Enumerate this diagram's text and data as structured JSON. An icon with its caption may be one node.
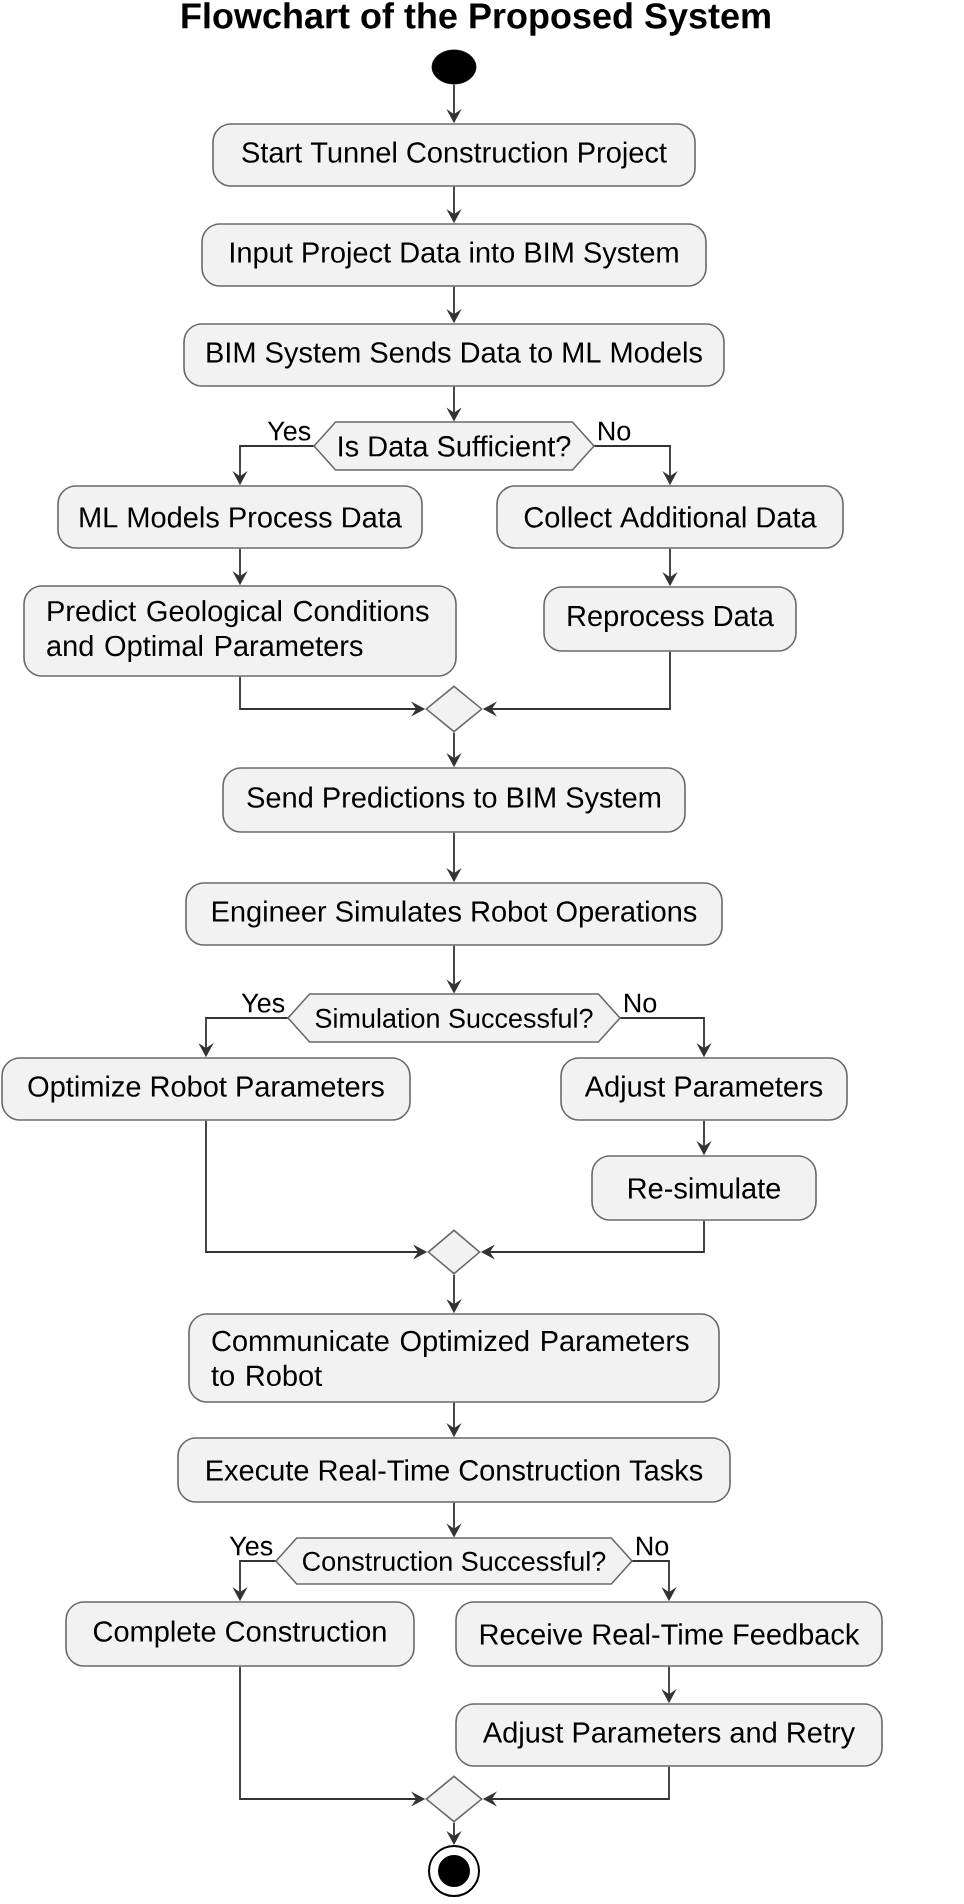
{
  "diagram": {
    "title": "Flowchart of the Proposed System",
    "nodes": [
      {
        "text": [],
        "shape": "circle"
      },
      {
        "text": [
          "Start Tunnel Construction Project"
        ]
      },
      {
        "text": [
          "Input Project Data into BIM System"
        ]
      },
      {
        "text": [
          "BIM System Sends Data to ML Models"
        ]
      },
      {
        "text": [
          "Is Data Sufficient?"
        ]
      },
      {
        "text": [
          "ML Models Process Data"
        ]
      },
      {
        "text": [
          "Collect Additional Data"
        ]
      },
      {
        "text": [
          "Predict Geological Conditions and Optimal Parameters"
        ]
      },
      {
        "text": [
          "Reprocess Data"
        ]
      },
      {
        "text": [],
        "shape": "diamond"
      },
      {
        "text": [
          "Send Predictions to BIM System"
        ]
      },
      {
        "text": [
          "Engineer Simulates Robot Operations"
        ]
      },
      {
        "text": [
          "Simulation Successful?"
        ]
      },
      {
        "text": [
          "Optimize Robot Parameters"
        ]
      },
      {
        "text": [
          "Adjust Parameters"
        ]
      },
      {
        "text": [
          "Re-simulate"
        ]
      },
      {
        "text": [],
        "shape": "diamond"
      },
      {
        "text": [
          "Communicate Optimized Parameters to Robot"
        ]
      },
      {
        "text": [
          "Execute Real-Time Construction Tasks"
        ]
      },
      {
        "text": [
          "Construction Successful?"
        ]
      },
      {
        "text": [
          "Complete Construction"
        ]
      },
      {
        "text": [
          "Receive Real-Time Feedback"
        ]
      },
      {
        "text": [
          "Adjust Parameters and Retry"
        ]
      },
      {
        "text": [],
        "shape": "diamond"
      },
      {
        "text": [],
        "shape": "circle"
      }
    ],
    "edges": [
      {
        "from": 0,
        "to": 1,
        "arrow": "to"
      },
      {
        "from": 1,
        "to": 2,
        "arrow": "to"
      },
      {
        "from": 2,
        "to": 3,
        "arrow": "to"
      },
      {
        "from": 3,
        "to": 4,
        "arrow": "to"
      },
      {
        "from": 4,
        "to": 5,
        "arrow": "to",
        "label": "Yes"
      },
      {
        "from": 4,
        "to": 6,
        "arrow": "to",
        "label": "No"
      },
      {
        "from": 5,
        "to": 7,
        "arrow": "to"
      },
      {
        "from": 6,
        "to": 8,
        "arrow": "to"
      },
      {
        "from": 7,
        "to": 9,
        "arrow": "to"
      },
      {
        "from": 8,
        "to": 9,
        "arrow": "to"
      },
      {
        "from": 9,
        "to": 10,
        "arrow": "to"
      },
      {
        "from": 10,
        "to": 11,
        "arrow": "to"
      },
      {
        "from": 11,
        "to": 12,
        "arrow": "to"
      },
      {
        "from": 12,
        "to": 13,
        "arrow": "to",
        "label": "Yes"
      },
      {
        "from": 12,
        "to": 14,
        "arrow": "to",
        "label": "No"
      },
      {
        "from": 14,
        "to": 15,
        "arrow": "to"
      },
      {
        "from": 13,
        "to": 16,
        "arrow": "to"
      },
      {
        "from": 15,
        "to": 16,
        "arrow": "to"
      },
      {
        "from": 16,
        "to": 17,
        "arrow": "to"
      },
      {
        "from": 17,
        "to": 18,
        "arrow": "to"
      },
      {
        "from": 18,
        "to": 19,
        "arrow": "to"
      },
      {
        "from": 19,
        "to": 20,
        "arrow": "to",
        "label": "Yes"
      },
      {
        "from": 19,
        "to": 21,
        "arrow": "to",
        "label": "No"
      },
      {
        "from": 21,
        "to": 22,
        "arrow": "to"
      },
      {
        "from": 20,
        "to": 23,
        "arrow": "to"
      },
      {
        "from": 22,
        "to": 23,
        "arrow": "to"
      },
      {
        "from": 23,
        "to": 24,
        "arrow": "to"
      }
    ]
  }
}
